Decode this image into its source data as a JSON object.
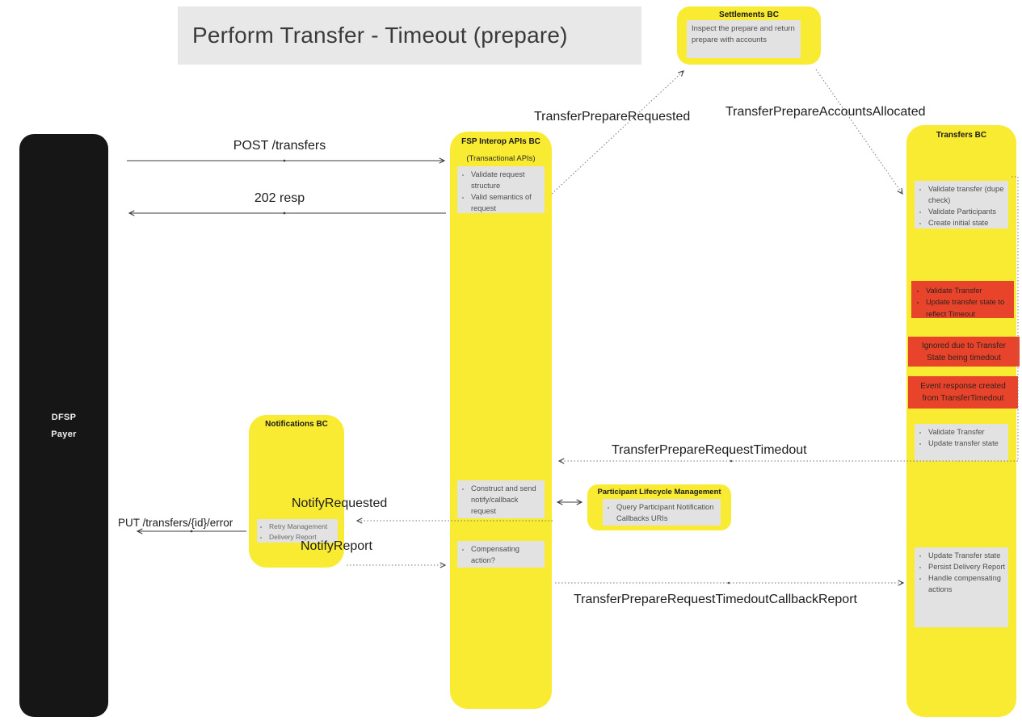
{
  "title": "Perform Transfer - Timeout (prepare)",
  "colors": {
    "yellow": "#F9EB32",
    "red": "#E8442C",
    "note_gray": "#E2E2E2",
    "title_bg": "#E8E8E8",
    "actor_black": "#161616"
  },
  "actors": {
    "dfsp": {
      "line1": "DFSP",
      "line2": "Payer"
    },
    "settlements": {
      "title": "Settlements BC",
      "note": "Inspect the prepare and return prepare with accounts"
    },
    "fsp_interop": {
      "title": "FSP Interop APIs BC",
      "subtitle": "(Transactional APIs)",
      "validate_note": [
        "Validate request structure",
        "Valid semantics of request"
      ],
      "construct_note": [
        "Construct and send notify/callback request"
      ],
      "compensating_note": [
        "Compensating action?"
      ]
    },
    "notifications": {
      "title": "Notifications BC",
      "note": [
        "Retry Management",
        "Delivery Report"
      ]
    },
    "participant_lifecycle": {
      "title": "Participant Lifecycle Management",
      "note": [
        "Query Participant Notification Callbacks URIs"
      ]
    },
    "transfers": {
      "title": "Transfers BC",
      "validate_note": [
        "Validate transfer (dupe check)",
        "Validate Participants",
        "Create initial state"
      ],
      "timeout_note": [
        "Validate Transfer",
        "Update transfer state to reflect Timeout"
      ],
      "ignored_note": "Ignored due to Transfer State being timedout",
      "event_note": "Event response created from TransferTimedout",
      "update_note": [
        "Validate Transfer",
        "Update transfer state"
      ],
      "report_note": [
        "Update Transfer state",
        "Persist Delivery Report",
        "Handle compensating actions"
      ]
    }
  },
  "messages": {
    "post_transfers": "POST /transfers",
    "resp_202": "202 resp",
    "transfer_prepare_requested": "TransferPrepareRequested",
    "transfer_prepare_accounts_allocated": "TransferPrepareAccountsAllocated",
    "transfer_prepare_request_timedout": "TransferPrepareRequestTimedout",
    "notify_requested": "NotifyRequested",
    "put_transfers_id_error": "PUT /transfers/{id}/error",
    "notify_report": "NotifyReport",
    "transfer_prepare_request_timedout_callback_report": "TransferPrepareRequestTimedoutCallbackReport"
  }
}
